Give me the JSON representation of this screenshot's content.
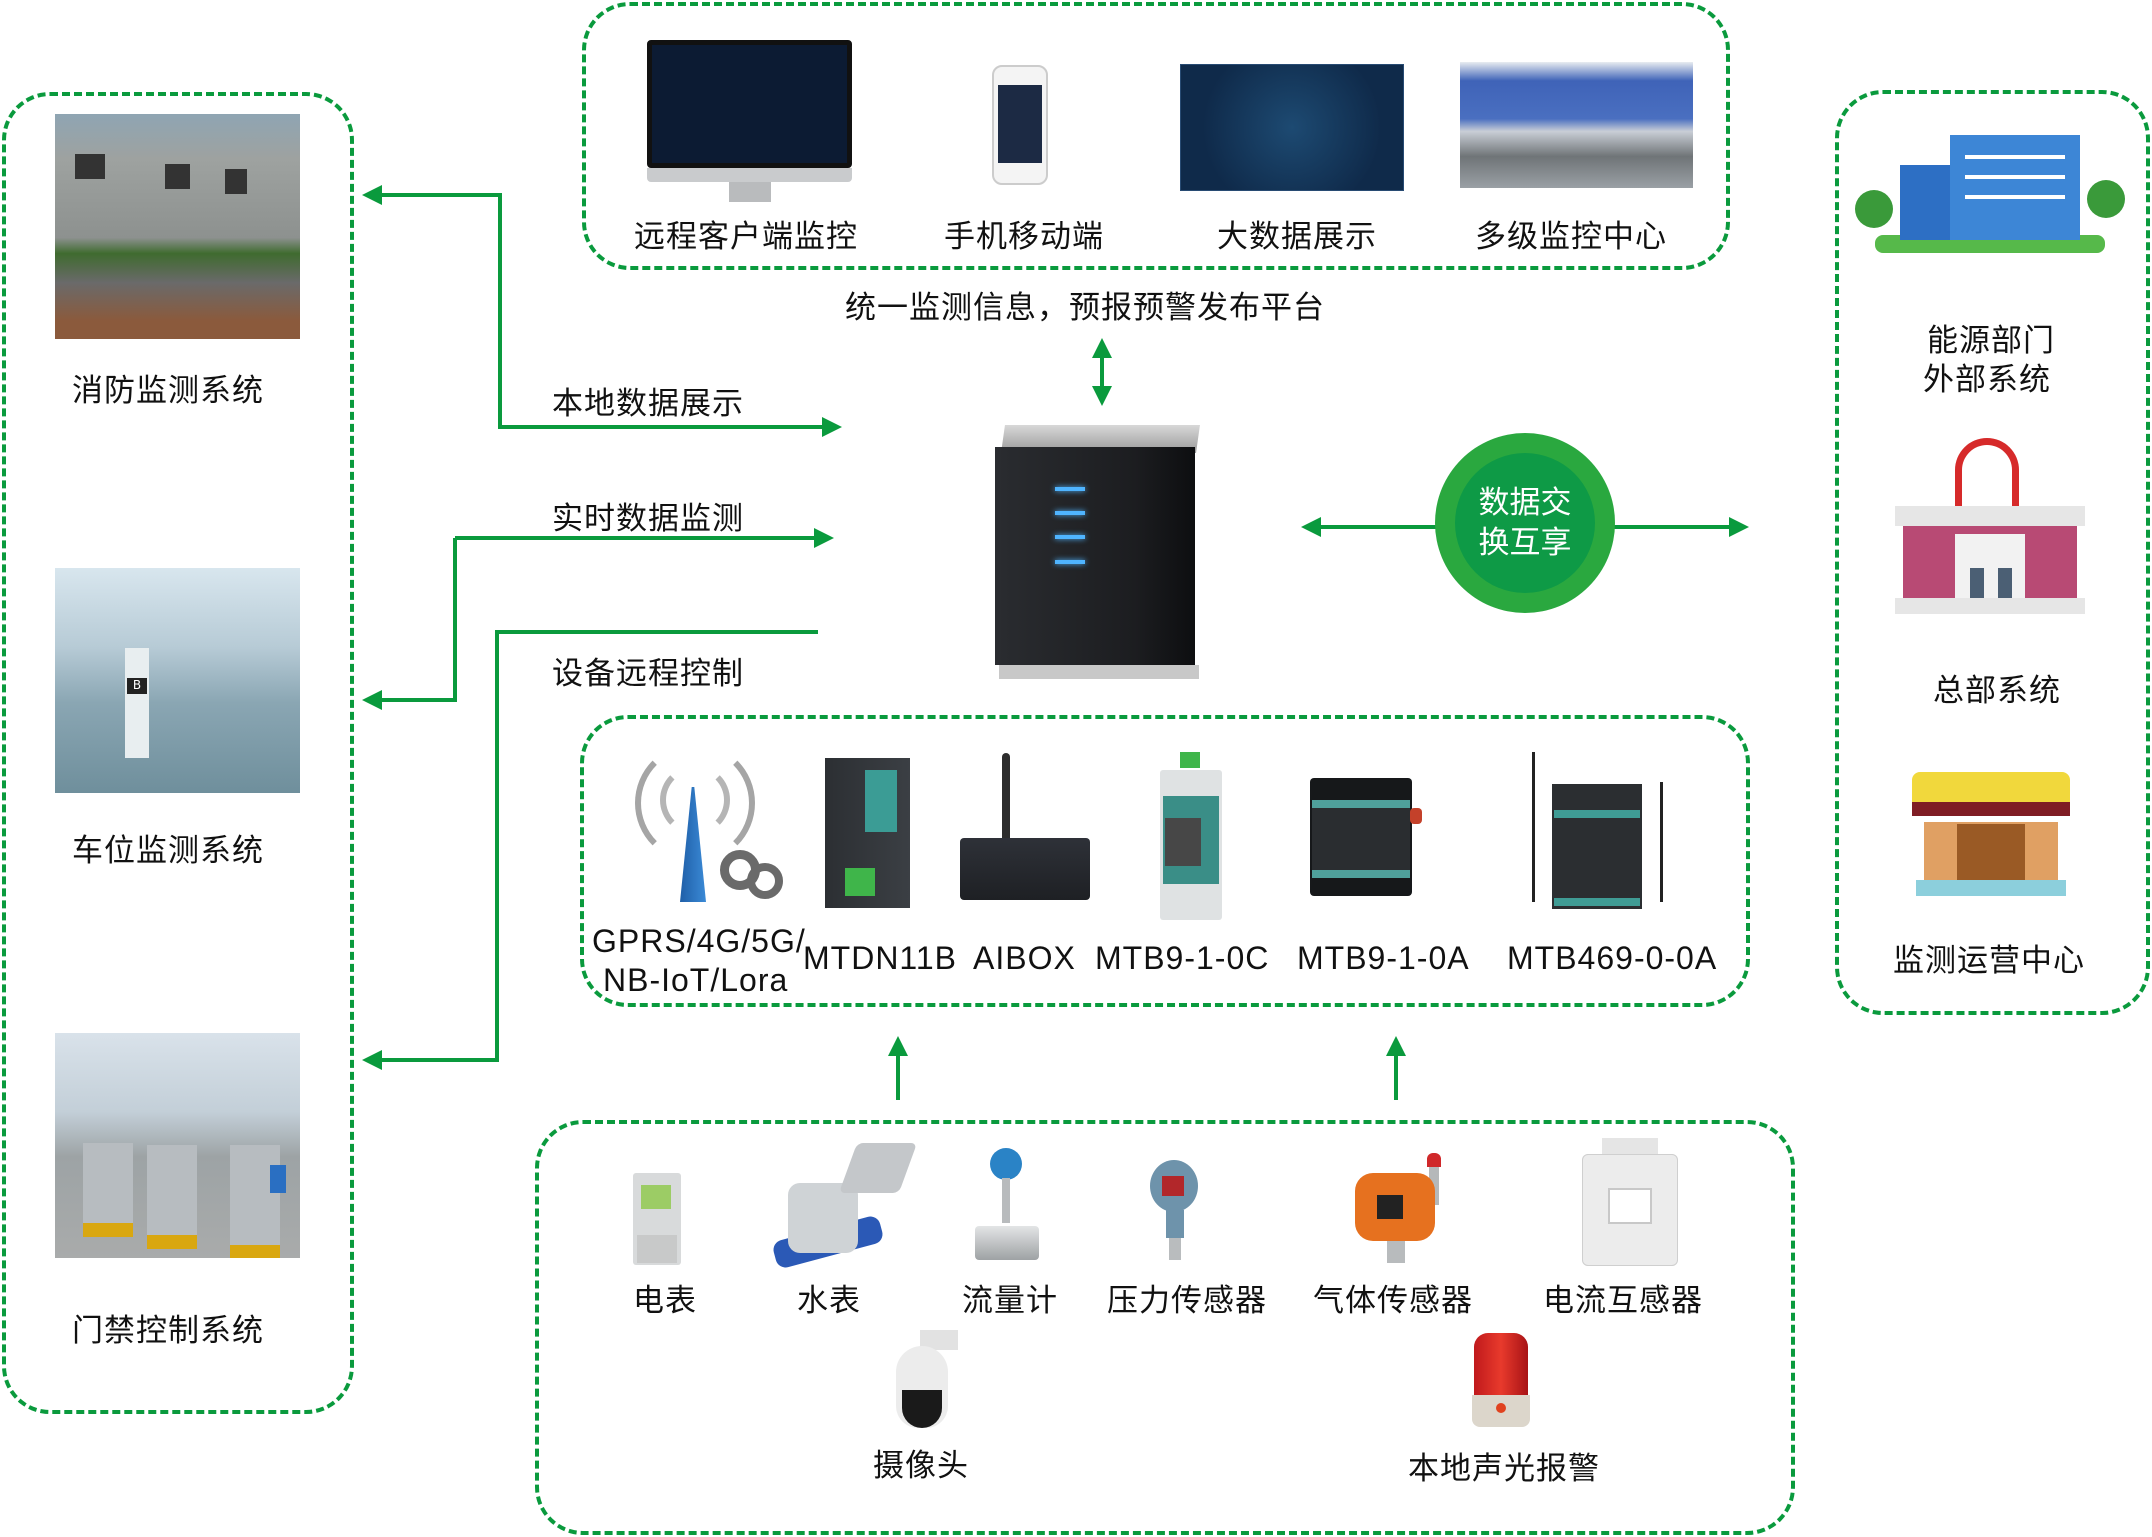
{
  "colors": {
    "accent_green": "#0a9a3d",
    "circle_outer": "#2aa83f",
    "circle_inner": "#0e9a46"
  },
  "left_systems": [
    {
      "label": "消防监测系统",
      "icon": "fire-monitoring-photo"
    },
    {
      "label": "车位监测系统",
      "icon": "parking-monitoring-photo"
    },
    {
      "label": "门禁控制系统",
      "icon": "access-control-photo"
    }
  ],
  "top_platform": {
    "items": [
      {
        "label": "远程客户端监控",
        "icon": "desktop-monitor-icon"
      },
      {
        "label": "手机移动端",
        "icon": "smartphone-icon"
      },
      {
        "label": "大数据展示",
        "icon": "bigdata-dashboard-icon"
      },
      {
        "label": "多级监控中心",
        "icon": "control-center-photo"
      }
    ],
    "caption": "统一监测信息，预报预警发布平台"
  },
  "flows": {
    "local_display": "本地数据展示",
    "realtime_monitoring": "实时数据监测",
    "remote_control": "设备远程控制"
  },
  "center": {
    "icon": "server-icon"
  },
  "exchange": {
    "line1": "数据交",
    "line2": "换互享"
  },
  "right_systems": [
    {
      "label_lines": [
        "能源部门",
        "外部系统"
      ],
      "icon": "office-building-icon"
    },
    {
      "label_lines": [
        "总部系统"
      ],
      "icon": "headquarters-building-icon"
    },
    {
      "label_lines": [
        "监测运营中心"
      ],
      "icon": "operations-center-icon"
    }
  ],
  "gateways": [
    {
      "label_lines": [
        "GPRS/4G/5G/",
        "NB-IoT/Lora"
      ],
      "icon": "signal-tower-icon"
    },
    {
      "label_lines": [
        "MTDN11B"
      ],
      "icon": "din-rail-gateway-icon"
    },
    {
      "label_lines": [
        "AIBOX"
      ],
      "icon": "ai-box-icon"
    },
    {
      "label_lines": [
        "MTB9-1-0C"
      ],
      "icon": "din-module-icon"
    },
    {
      "label_lines": [
        "MTB9-1-0A"
      ],
      "icon": "lora-collector-icon"
    },
    {
      "label_lines": [
        "MTB469-0-0A"
      ],
      "icon": "lora-concentrator-icon"
    }
  ],
  "sensors": [
    {
      "label": "电表",
      "icon": "electric-meter-icon"
    },
    {
      "label": "水表",
      "icon": "water-meter-icon"
    },
    {
      "label": "流量计",
      "icon": "flowmeter-icon"
    },
    {
      "label": "压力传感器",
      "icon": "pressure-sensor-icon"
    },
    {
      "label": "气体传感器",
      "icon": "gas-sensor-icon"
    },
    {
      "label": "电流互感器",
      "icon": "current-transformer-icon"
    },
    {
      "label": "摄像头",
      "icon": "dome-camera-icon"
    },
    {
      "label": "本地声光报警",
      "icon": "alarm-beacon-icon"
    }
  ]
}
